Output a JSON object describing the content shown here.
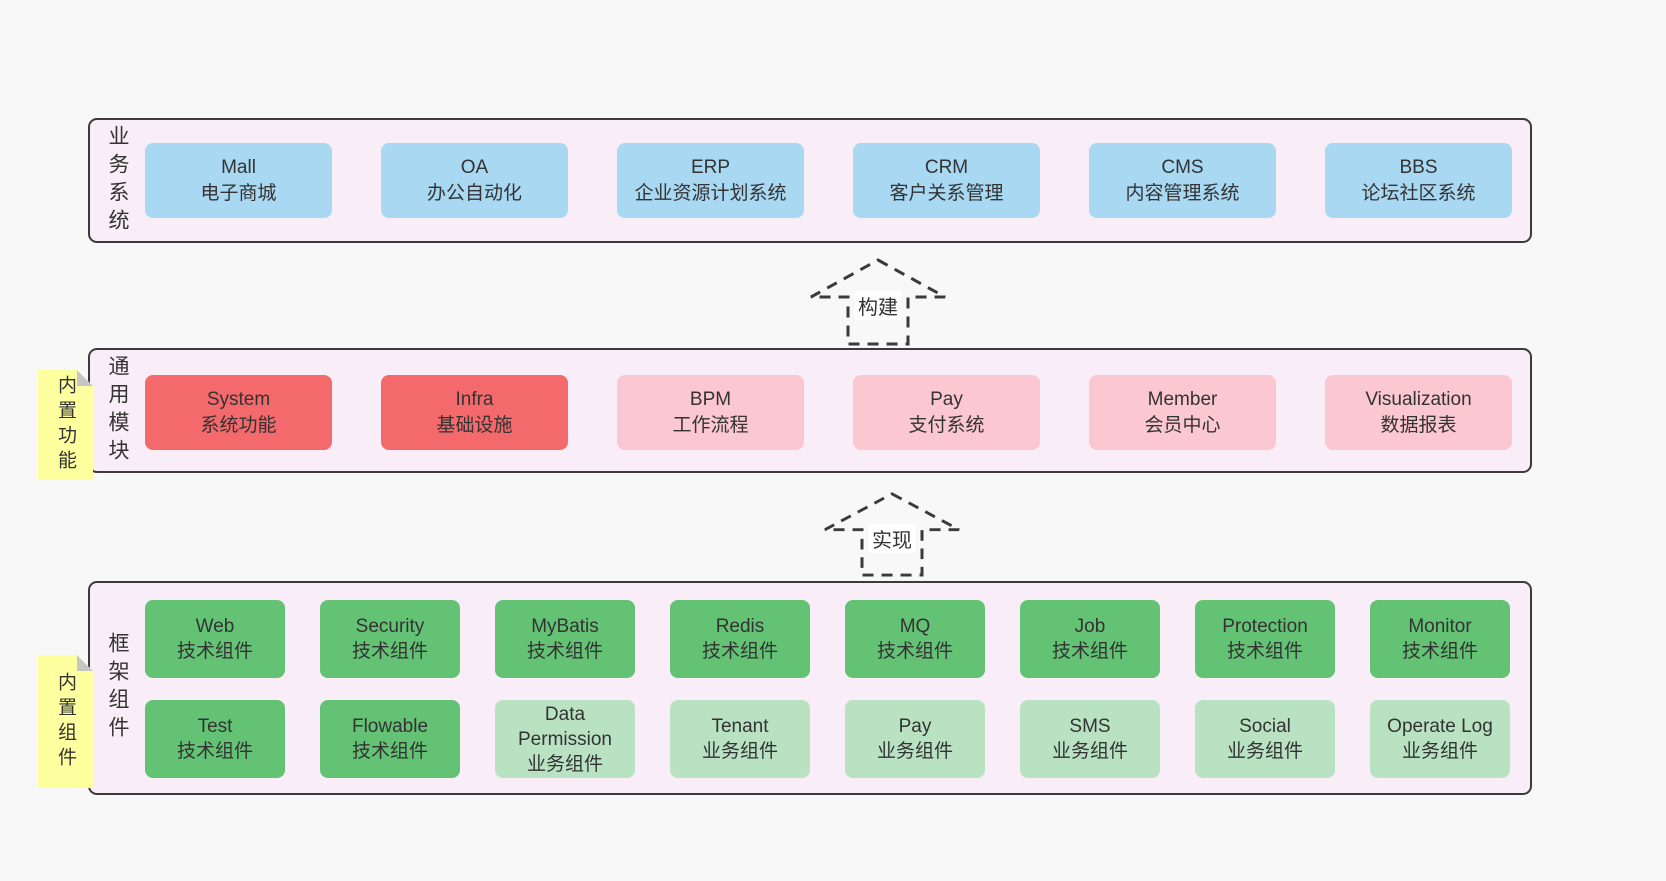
{
  "diagram": {
    "colors": {
      "page_bg": "#f8f8f8",
      "panel_bg": "#f9eef7",
      "panel_border": "#3b3b3b",
      "text": "#333333",
      "sticky": "#feff9e",
      "sticky_fold": "#c6c6c6",
      "arrow_stroke": "#3a3a3a",
      "blue": "#a9d8f3",
      "red": "#f4696b",
      "pink": "#fbc7d1",
      "green": "#63c274",
      "lightgreen": "#b9e2c3"
    },
    "arrows": [
      {
        "label": "构建"
      },
      {
        "label": "实现"
      }
    ],
    "layers": [
      {
        "side_label": "业务系统",
        "rows": [
          [
            {
              "title": "Mall",
              "subtitle": "电子商城",
              "variant": "blue"
            },
            {
              "title": "OA",
              "subtitle": "办公自动化",
              "variant": "blue"
            },
            {
              "title": "ERP",
              "subtitle": "企业资源计划系统",
              "variant": "blue"
            },
            {
              "title": "CRM",
              "subtitle": "客户关系管理",
              "variant": "blue"
            },
            {
              "title": "CMS",
              "subtitle": "内容管理系统",
              "variant": "blue"
            },
            {
              "title": "BBS",
              "subtitle": "论坛社区系统",
              "variant": "blue"
            }
          ]
        ]
      },
      {
        "side_label": "通用模块",
        "sticky": "内置功能",
        "rows": [
          [
            {
              "title": "System",
              "subtitle": "系统功能",
              "variant": "red"
            },
            {
              "title": "Infra",
              "subtitle": "基础设施",
              "variant": "red"
            },
            {
              "title": "BPM",
              "subtitle": "工作流程",
              "variant": "pink"
            },
            {
              "title": "Pay",
              "subtitle": "支付系统",
              "variant": "pink"
            },
            {
              "title": "Member",
              "subtitle": "会员中心",
              "variant": "pink"
            },
            {
              "title": "Visualization",
              "subtitle": "数据报表",
              "variant": "pink"
            }
          ]
        ]
      },
      {
        "side_label": "框架组件",
        "sticky": "内置组件",
        "rows": [
          [
            {
              "title": "Web",
              "subtitle": "技术组件",
              "variant": "green"
            },
            {
              "title": "Security",
              "subtitle": "技术组件",
              "variant": "green"
            },
            {
              "title": "MyBatis",
              "subtitle": "技术组件",
              "variant": "green"
            },
            {
              "title": "Redis",
              "subtitle": "技术组件",
              "variant": "green"
            },
            {
              "title": "MQ",
              "subtitle": "技术组件",
              "variant": "green"
            },
            {
              "title": "Job",
              "subtitle": "技术组件",
              "variant": "green"
            },
            {
              "title": "Protection",
              "subtitle": "技术组件",
              "variant": "green"
            },
            {
              "title": "Monitor",
              "subtitle": "技术组件",
              "variant": "green"
            }
          ],
          [
            {
              "title": "Test",
              "subtitle": "技术组件",
              "variant": "green"
            },
            {
              "title": "Flowable",
              "subtitle": "技术组件",
              "variant": "green"
            },
            {
              "title": "Data Permission",
              "subtitle": "业务组件",
              "variant": "lightgreen"
            },
            {
              "title": "Tenant",
              "subtitle": "业务组件",
              "variant": "lightgreen"
            },
            {
              "title": "Pay",
              "subtitle": "业务组件",
              "variant": "lightgreen"
            },
            {
              "title": "SMS",
              "subtitle": "业务组件",
              "variant": "lightgreen"
            },
            {
              "title": "Social",
              "subtitle": "业务组件",
              "variant": "lightgreen"
            },
            {
              "title": "Operate Log",
              "subtitle": "业务组件",
              "variant": "lightgreen"
            }
          ]
        ]
      }
    ]
  }
}
